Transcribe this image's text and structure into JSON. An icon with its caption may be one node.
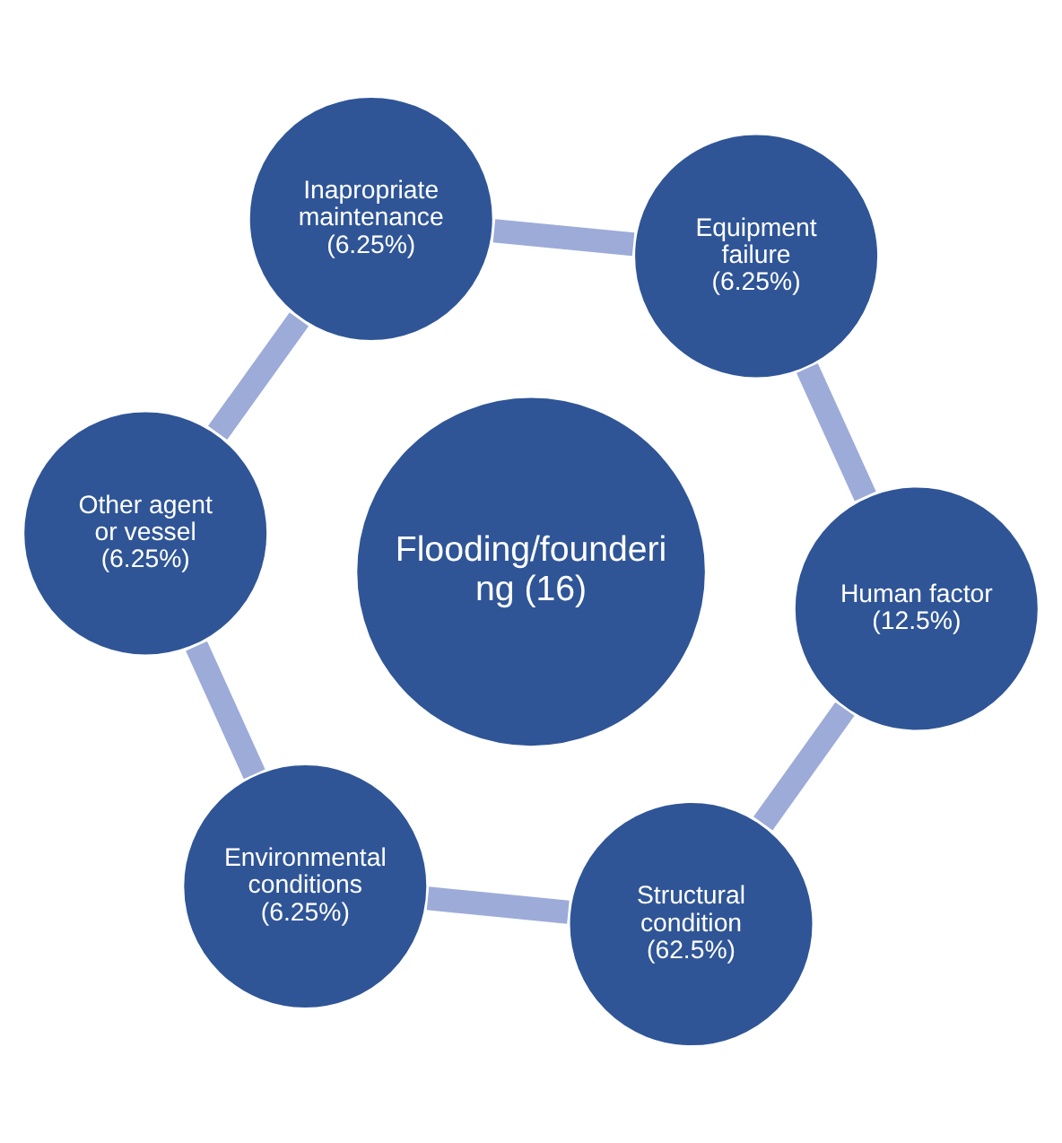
{
  "diagram": {
    "nodes": [
      {
        "text": [
          "Flooding/founderi ng (16)"
        ]
      },
      {
        "text": [
          "Structural condition (62.5%)"
        ]
      },
      {
        "text": [
          "Human factor (12.5%)"
        ]
      },
      {
        "text": [
          "Equipment failure (6.25%)"
        ]
      },
      {
        "text": [
          "Inapropriate maintenance (6.25%)"
        ]
      },
      {
        "text": [
          "Other agent or vessel (6.25%)"
        ]
      },
      {
        "text": [
          "Environmental conditions (6.25%)"
        ]
      }
    ],
    "edges": [
      {
        "from": 1,
        "to": 2,
        "arrow": "none"
      },
      {
        "from": 2,
        "to": 3,
        "arrow": "none"
      },
      {
        "from": 3,
        "to": 4,
        "arrow": "none"
      },
      {
        "from": 4,
        "to": 5,
        "arrow": "none"
      },
      {
        "from": 5,
        "to": 6,
        "arrow": "none"
      },
      {
        "from": 6,
        "to": 1,
        "arrow": "none"
      }
    ]
  }
}
